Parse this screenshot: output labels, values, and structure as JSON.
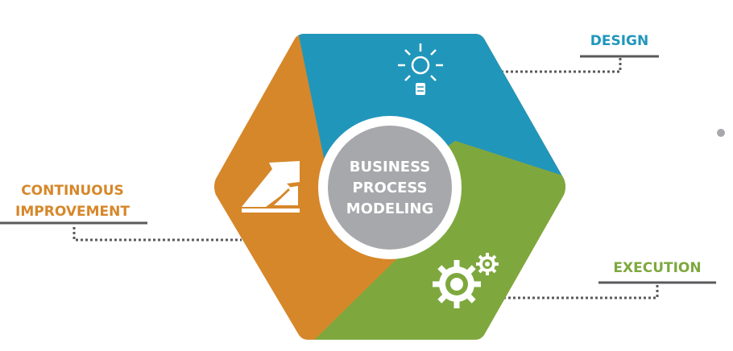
{
  "center": {
    "line1": "BUSINESS",
    "line2": "PROCESS",
    "line3": "MODELING"
  },
  "segments": {
    "design": {
      "label": "DESIGN",
      "icon": "lightbulb-icon",
      "color": "#2196bb"
    },
    "execution": {
      "label": "EXECUTION",
      "icon": "gears-icon",
      "color": "#7ea83e"
    },
    "improvement": {
      "label_line1": "CONTINUOUS",
      "label_line2": "IMPROVEMENT",
      "icon": "rising-arrows-icon",
      "color": "#d6872a"
    }
  },
  "colors": {
    "center": "#a7a8ab",
    "connector": "#5a5a5c"
  }
}
